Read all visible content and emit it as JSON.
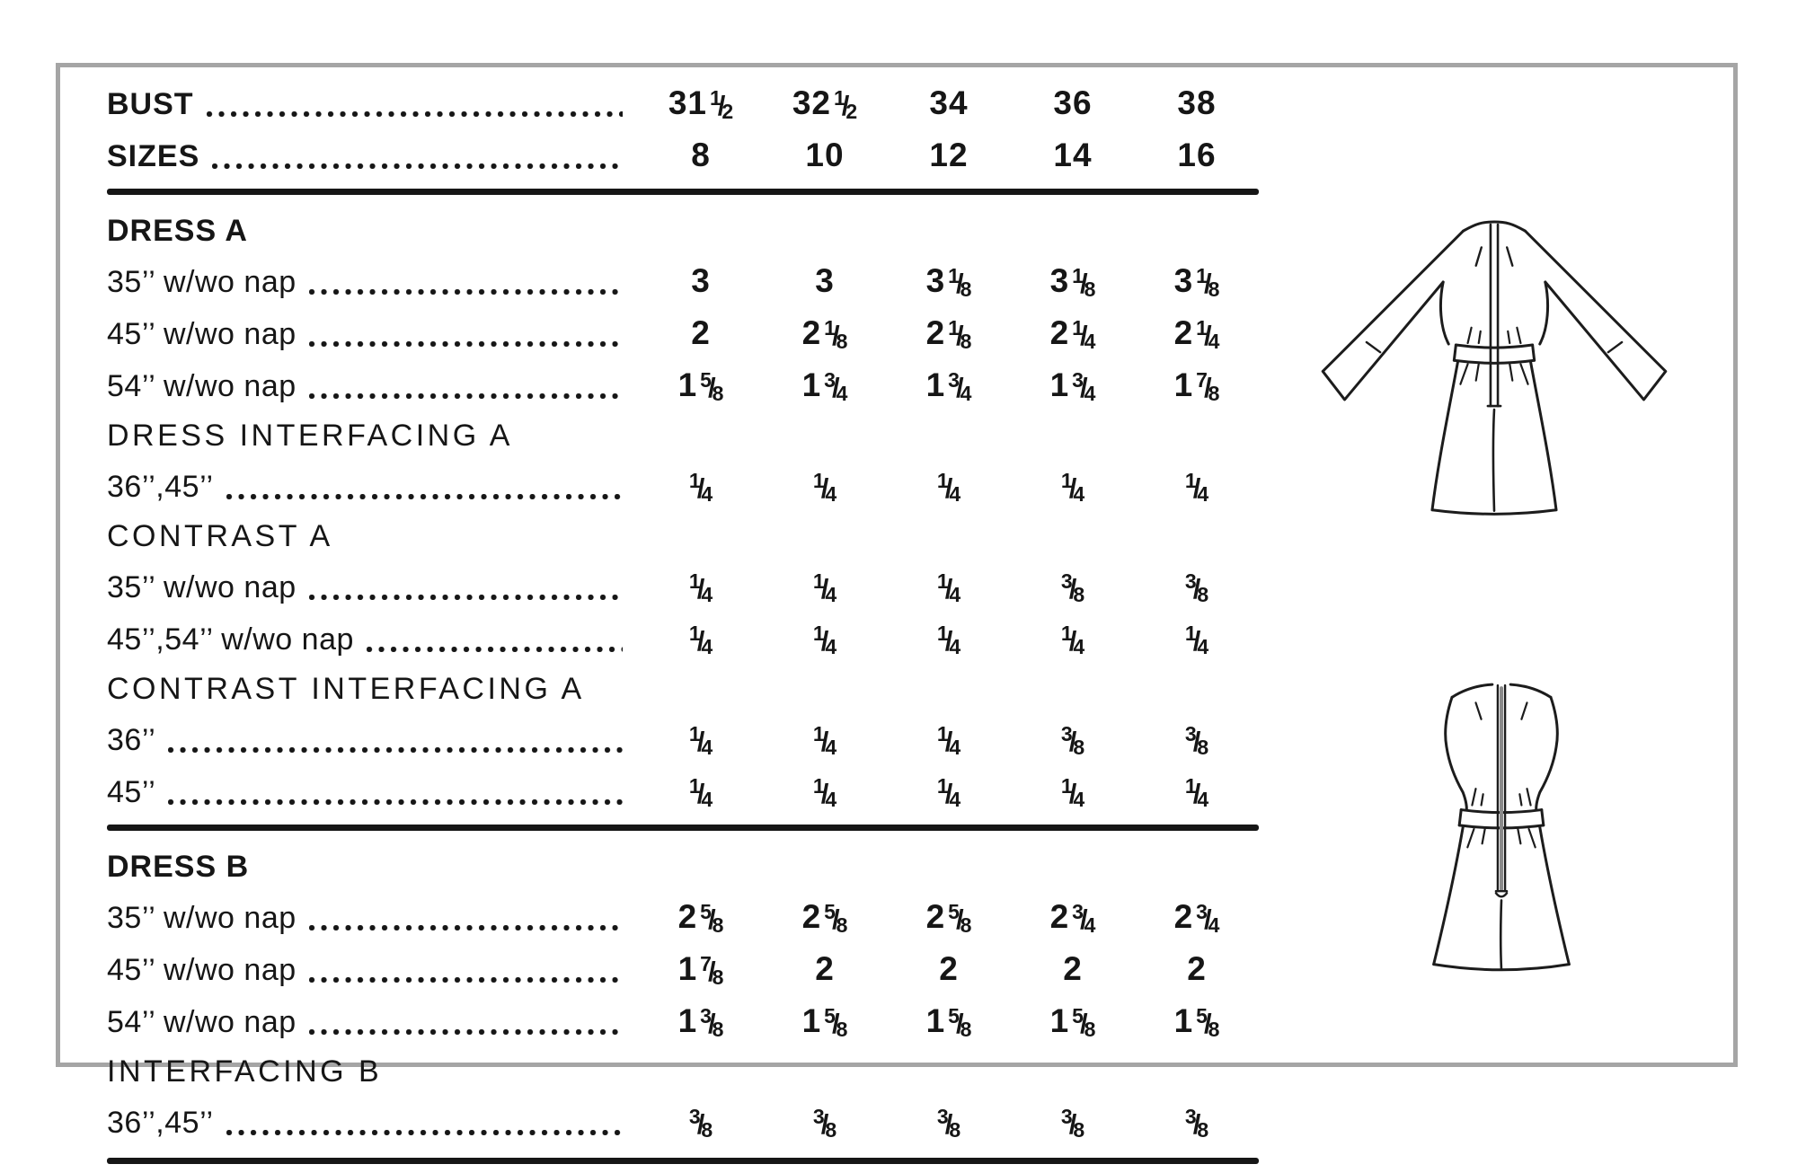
{
  "page": {
    "background": "#ffffff",
    "ink": "#161616",
    "frame_border_color": "#a5a5a5"
  },
  "table": {
    "rows": [
      {
        "name": "header-row-bust",
        "type": "data",
        "style": "bold",
        "label": "BUST",
        "values": [
          "31 1/2",
          "32 1/2",
          "34",
          "36",
          "38"
        ]
      },
      {
        "name": "header-row-sizes",
        "type": "data",
        "style": "bold",
        "label": "SIZES",
        "values": [
          "8",
          "10",
          "12",
          "14",
          "16"
        ]
      },
      {
        "name": "divider-after-header",
        "type": "rule"
      },
      {
        "name": "heading-dress-a",
        "type": "heading",
        "style": "bold",
        "label": "DRESS A"
      },
      {
        "name": "row-dress-a-35",
        "type": "data",
        "label": "35’’ w/wo nap",
        "values": [
          "3",
          "3",
          "3 1/8",
          "3 1/8",
          "3 1/8"
        ]
      },
      {
        "name": "row-dress-a-45",
        "type": "data",
        "label": "45’’ w/wo nap",
        "values": [
          "2",
          "2 1/8",
          "2 1/8",
          "2 1/4",
          "2 1/4"
        ]
      },
      {
        "name": "row-dress-a-54",
        "type": "data",
        "label": "54’’ w/wo nap",
        "values": [
          "1 5/8",
          "1 3/4",
          "1 3/4",
          "1 3/4",
          "1 7/8"
        ]
      },
      {
        "name": "heading-dress-interfacing-a",
        "type": "heading",
        "style": "spaced",
        "label": "DRESS INTERFACING A"
      },
      {
        "name": "row-dress-interfacing-a-36-45",
        "type": "data",
        "label": "36’’,45’’",
        "values": [
          "1/4",
          "1/4",
          "1/4",
          "1/4",
          "1/4"
        ]
      },
      {
        "name": "heading-contrast-a",
        "type": "heading",
        "style": "spaced",
        "label": "CONTRAST A"
      },
      {
        "name": "row-contrast-a-35",
        "type": "data",
        "label": "35’’ w/wo nap",
        "values": [
          "1/4",
          "1/4",
          "1/4",
          "3/8",
          "3/8"
        ]
      },
      {
        "name": "row-contrast-a-45-54",
        "type": "data",
        "label": "45’’,54’’ w/wo nap",
        "values": [
          "1/4",
          "1/4",
          "1/4",
          "1/4",
          "1/4"
        ]
      },
      {
        "name": "heading-contrast-interfacing-a",
        "type": "heading",
        "style": "spaced",
        "label": "CONTRAST INTERFACING A"
      },
      {
        "name": "row-contrast-interfacing-a-36",
        "type": "data",
        "label": "36’’",
        "values": [
          "1/4",
          "1/4",
          "1/4",
          "3/8",
          "3/8"
        ]
      },
      {
        "name": "row-contrast-interfacing-a-45",
        "type": "data",
        "label": "45’’",
        "values": [
          "1/4",
          "1/4",
          "1/4",
          "1/4",
          "1/4"
        ]
      },
      {
        "name": "divider-between-sections",
        "type": "rule"
      },
      {
        "name": "heading-dress-b",
        "type": "heading",
        "style": "bold",
        "label": "DRESS B"
      },
      {
        "name": "row-dress-b-35",
        "type": "data",
        "label": "35’’ w/wo nap",
        "values": [
          "2 5/8",
          "2 5/8",
          "2 5/8",
          "2 3/4",
          "2 3/4"
        ]
      },
      {
        "name": "row-dress-b-45",
        "type": "data",
        "label": "45’’ w/wo nap",
        "values": [
          "1 7/8",
          "2",
          "2",
          "2",
          "2"
        ]
      },
      {
        "name": "row-dress-b-54",
        "type": "data",
        "label": "54’’ w/wo nap",
        "values": [
          "1 3/8",
          "1 5/8",
          "1 5/8",
          "1 5/8",
          "1 5/8"
        ]
      },
      {
        "name": "heading-interfacing-b",
        "type": "heading",
        "style": "spaced",
        "label": "INTERFACING B"
      },
      {
        "name": "row-interfacing-b-36-45",
        "type": "data",
        "label": "36’’,45’’",
        "values": [
          "3/8",
          "3/8",
          "3/8",
          "3/8",
          "3/8"
        ]
      },
      {
        "name": "divider-bottom",
        "type": "rule",
        "last": true
      }
    ]
  },
  "illustrations": {
    "dress_a": "dress-a-back-view-line-drawing",
    "dress_b": "dress-b-back-view-line-drawing"
  }
}
